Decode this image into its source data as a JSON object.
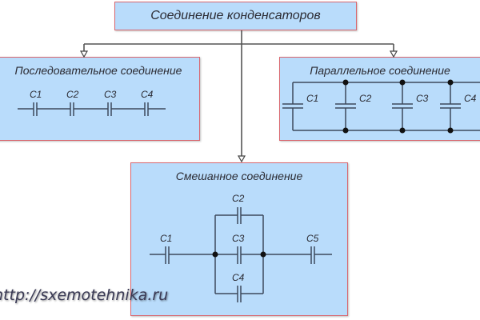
{
  "diagram": {
    "root": {
      "title": "Соединение конденсаторов"
    },
    "series": {
      "title": "Последовательное соединение",
      "capacitors": [
        "C1",
        "C2",
        "C3",
        "C4"
      ]
    },
    "parallel": {
      "title": "Параллельное соединение",
      "capacitors": [
        "C1",
        "C2",
        "C3",
        "C4"
      ]
    },
    "mixed": {
      "title": "Смешанное соединение",
      "capacitors": [
        "C1",
        "C2",
        "C3",
        "C4",
        "C5"
      ]
    }
  },
  "watermark": "http://sxemotehnika.ru",
  "colors": {
    "box_fill": "#b9dcfb",
    "box_border": "#d9676f",
    "wire": "#3d4a5c",
    "connector": "#555555"
  }
}
